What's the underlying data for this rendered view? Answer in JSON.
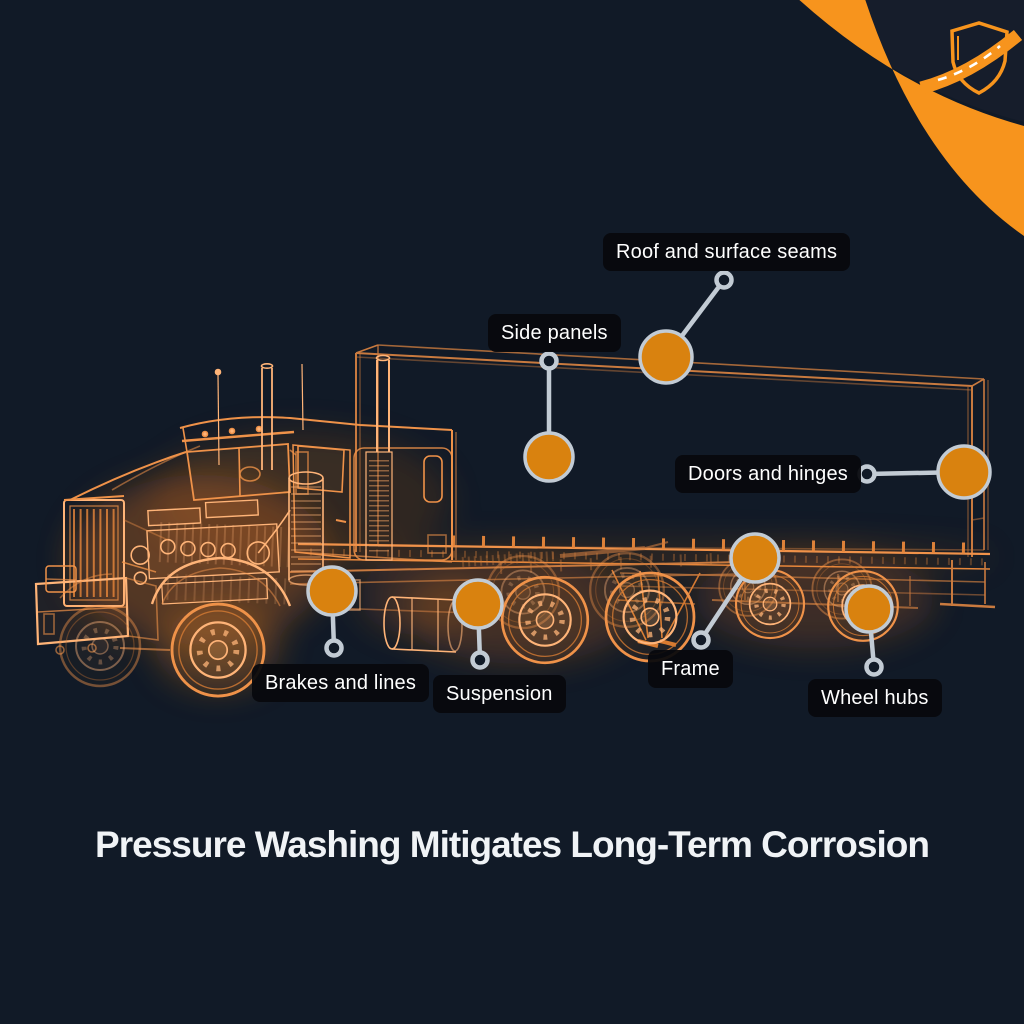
{
  "title": {
    "text": "Pressure Washing Mitigates Long-Term Corrosion"
  },
  "brand": {
    "logo": "shield-road-logo",
    "accent": "#F7941D"
  },
  "palette": {
    "background": "#111A27",
    "corner_fill": "#161D2B",
    "swoosh": "#F7941D",
    "dot_fill": "#D9820F",
    "dot_stroke": "#CDD4DC",
    "connector": "#C2CBD4",
    "label_background": "#07090D",
    "label_text": "#FFFFFF",
    "truck_wireframe": "#EF9249",
    "title_text": "#F0F3F6"
  },
  "callouts": [
    {
      "id": "roof-and-surface-seams",
      "label": "Roof and surface seams"
    },
    {
      "id": "side-panels",
      "label": "Side panels"
    },
    {
      "id": "doors-and-hinges",
      "label": "Doors and hinges"
    },
    {
      "id": "brakes-and-lines",
      "label": "Brakes and lines"
    },
    {
      "id": "suspension",
      "label": "Suspension"
    },
    {
      "id": "frame",
      "label": "Frame"
    },
    {
      "id": "wheel-hubs",
      "label": "Wheel hubs"
    }
  ],
  "illustration": {
    "subject": "x-ray wireframe semi truck with open trailer box"
  }
}
